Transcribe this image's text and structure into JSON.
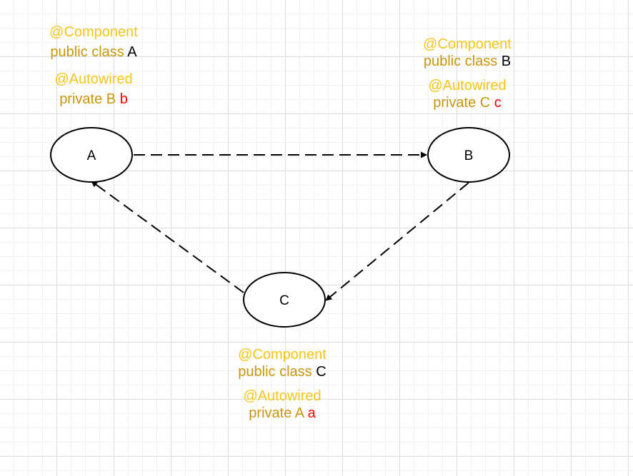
{
  "colors": {
    "annotation": "#f5c518",
    "keyword": "#c8960c",
    "class_name": "#000000",
    "field_name": "#ff0000",
    "edge": "#000000"
  },
  "nodes": {
    "a": {
      "label": "A"
    },
    "b": {
      "label": "B"
    },
    "c": {
      "label": "C"
    }
  },
  "edges": [
    {
      "from": "A",
      "to": "B",
      "style": "dashed"
    },
    {
      "from": "B",
      "to": "C",
      "style": "dashed"
    },
    {
      "from": "C",
      "to": "A",
      "style": "dashed"
    }
  ],
  "notes": {
    "a": {
      "component": "@Component",
      "class_kw": "public class",
      "class_name": "A",
      "autowired": "@Autowired",
      "field_kw": "private B",
      "field_name": "b"
    },
    "b": {
      "component": "@Component",
      "class_kw": "public class",
      "class_name": "B",
      "autowired": "@Autowired",
      "field_kw": "private C",
      "field_name": "c"
    },
    "c": {
      "component": "@Component",
      "class_kw": "public class",
      "class_name": "C",
      "autowired": "@Autowired",
      "field_kw": "private A",
      "field_name": "a"
    }
  }
}
